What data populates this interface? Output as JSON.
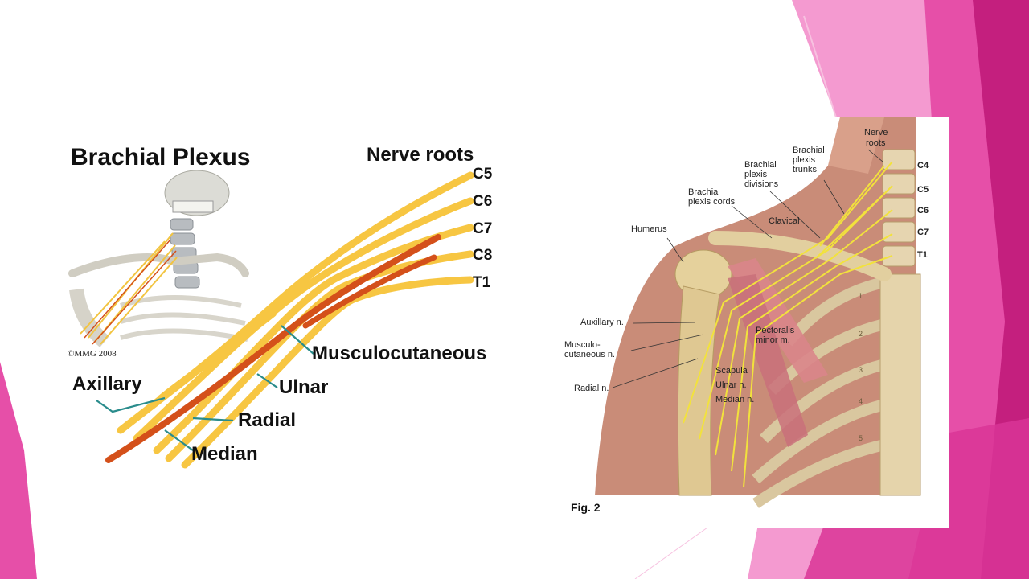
{
  "figure1": {
    "title": "Brachial Plexus",
    "roots_heading": "Nerve roots",
    "roots": [
      "C5",
      "C6",
      "C7",
      "C8",
      "T1"
    ],
    "copyright": "©MMG 2008",
    "nerves": {
      "axillary": "Axillary",
      "radial": "Radial",
      "median": "Median",
      "ulnar": "Ulnar",
      "musculocutaneous": "Musculocutaneous"
    },
    "colors": {
      "nerve_yellow": "#f7c642",
      "nerve_orange": "#d4501a",
      "leader": "#2a8c8c"
    }
  },
  "figure2": {
    "caption": "Fig. 2",
    "nerve_roots_label": [
      "Nerve",
      "roots"
    ],
    "trunks_label": [
      "Brachial",
      "plexis",
      "trunks"
    ],
    "divisions_label": [
      "Brachial",
      "plexis",
      "divisions"
    ],
    "cords_label": [
      "Brachial",
      "plexis cords"
    ],
    "clavical": "Clavical",
    "humerus": "Humerus",
    "vertebrae": [
      "C4",
      "C5",
      "C6",
      "C7",
      "T1"
    ],
    "axillary": "Auxillary n.",
    "musculocutaneous": [
      "Musculo-",
      "cutaneous n."
    ],
    "radial": "Radial n.",
    "pectoralis": [
      "Pectoralis",
      "minor m."
    ],
    "scapula": "Scapula",
    "ulnar": "Ulnar n.",
    "median": "Median n.",
    "rib_numbers": [
      "1",
      "2",
      "3",
      "4",
      "5"
    ]
  },
  "theme": {
    "pink_light": "#f49ad0",
    "pink_mid": "#e64fa8",
    "pink_dark": "#c41f7e"
  }
}
